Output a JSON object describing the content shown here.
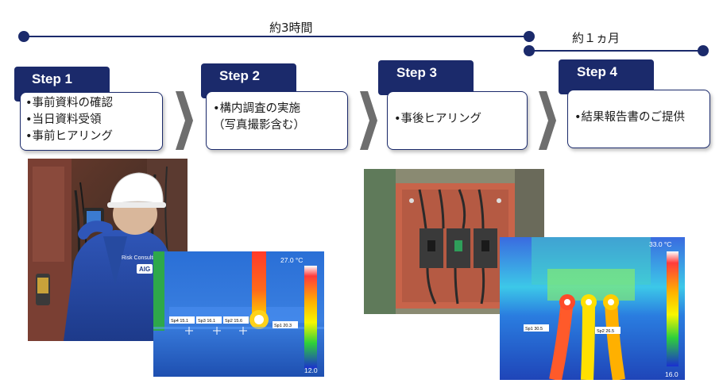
{
  "timeline": {
    "span_a_label": "約3時間",
    "span_b_label": "約１ヵ月"
  },
  "steps": [
    {
      "title": "Step 1",
      "items": [
        "•事前資料の確認",
        "•当日資料受領",
        "•事前ヒアリング"
      ]
    },
    {
      "title": "Step 2",
      "items": [
        "•構内調査の実施",
        "（写真撮影含む）"
      ]
    },
    {
      "title": "Step 3",
      "items": [
        "•事後ヒアリング"
      ]
    },
    {
      "title": "Step 4",
      "items": [
        "•結果報告書のご提供"
      ]
    }
  ],
  "photos": {
    "worker_vest_text": "Risk Consultin",
    "worker_logo": "AIG",
    "thermal1": {
      "max": "27.0 °C",
      "min": "12.0",
      "markers": [
        "Sp4 15.1",
        "Sp3 16.1",
        "Sp2 15.6",
        "Sp1 20.3"
      ]
    },
    "thermal2": {
      "max": "33.0 °C",
      "min": "16.0",
      "markers": [
        "Sp1 30.5",
        "Sp2 26.5"
      ]
    }
  },
  "colors": {
    "navy": "#1b2a6b",
    "chevron": "#6e6e6e"
  }
}
